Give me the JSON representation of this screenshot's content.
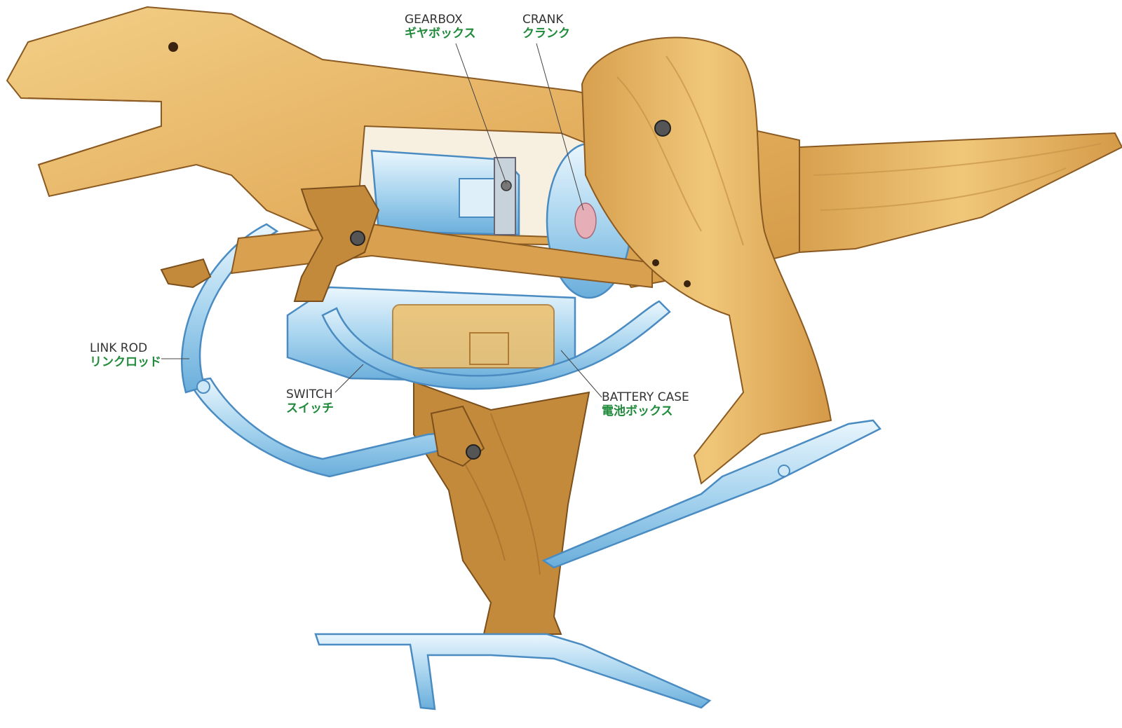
{
  "colors": {
    "wood": "#e6b364",
    "wood_dark": "#b07a33",
    "wood_light": "#f2cf86",
    "plastic_blue": "#7fbde4",
    "plastic_light": "#d9eefa",
    "plastic_edge": "#4a8cc2",
    "label_text": "#333333",
    "label_jp": "#1f8a3a",
    "background": "#ffffff"
  },
  "labels": {
    "gearbox": {
      "en": "GEARBOX",
      "jp": "ギヤボックス"
    },
    "crank": {
      "en": "CRANK",
      "jp": "クランク"
    },
    "link_rod": {
      "en": "LINK ROD",
      "jp": "リンクロッド"
    },
    "switch": {
      "en": "SWITCH",
      "jp": "スイッチ"
    },
    "battery_case": {
      "en": "BATTERY CASE",
      "jp": "電池ボックス"
    }
  }
}
